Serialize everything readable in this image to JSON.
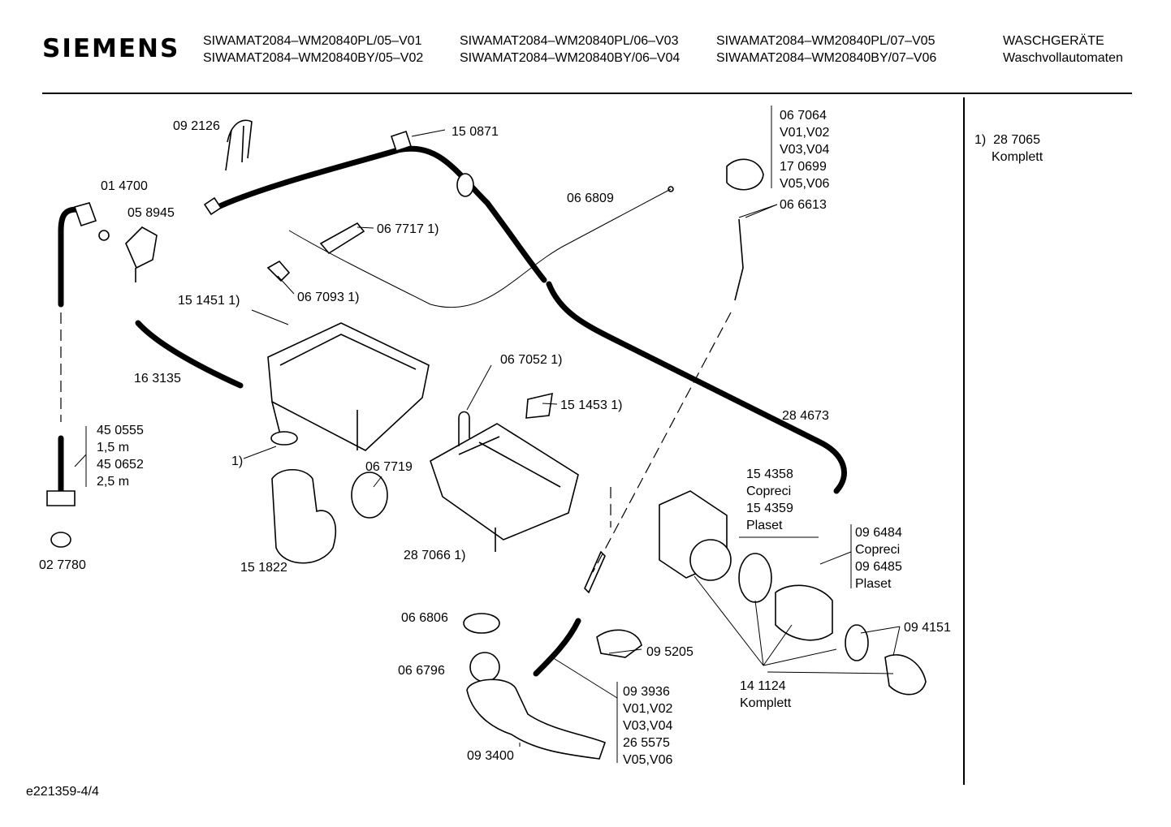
{
  "header": {
    "brand": "SIEMENS",
    "models": [
      [
        "SIWAMAT2084–WM20840PL/05–V01",
        "SIWAMAT2084–WM20840BY/05–V02"
      ],
      [
        "SIWAMAT2084–WM20840PL/06–V03",
        "SIWAMAT2084–WM20840BY/06–V04"
      ],
      [
        "SIWAMAT2084–WM20840PL/07–V05",
        "SIWAMAT2084–WM20840BY/07–V06"
      ]
    ],
    "category": [
      "WASCHGERÄTE",
      "Waschvollautomaten"
    ]
  },
  "note": {
    "ref": "1)",
    "line1": "28 7065",
    "line2": "Komplett"
  },
  "footer": "e221359-4/4",
  "labels": [
    "09 2126",
    "15 0871",
    "01 4700",
    "05 8945",
    "06 7717 1)",
    "06 6809",
    "06 7093 1)",
    "15 1451 1)",
    "16 3135",
    "06 7052 1)",
    "15 1453 1)",
    "28 4673",
    "45 0555",
    "1,5 m",
    "45 0652",
    "2,5 m",
    "1)",
    "06 7719",
    "02 7780",
    "15 1822",
    "28 7066 1)",
    "15 4358",
    "Copreci",
    "15 4359",
    "Plaset",
    "09 6484",
    "Copreci",
    "09 6485",
    "Plaset",
    "06 6806",
    "09 4151",
    "09 5205",
    "06 6796",
    "14 1124",
    "Komplett",
    "09 3936",
    "V01,V02",
    "V03,V04",
    "26 5575",
    "V05,V06",
    "09 3400",
    "06 7064",
    "V01,V02",
    "V03,V04",
    "17 0699",
    "V05,V06",
    "06 6613"
  ]
}
